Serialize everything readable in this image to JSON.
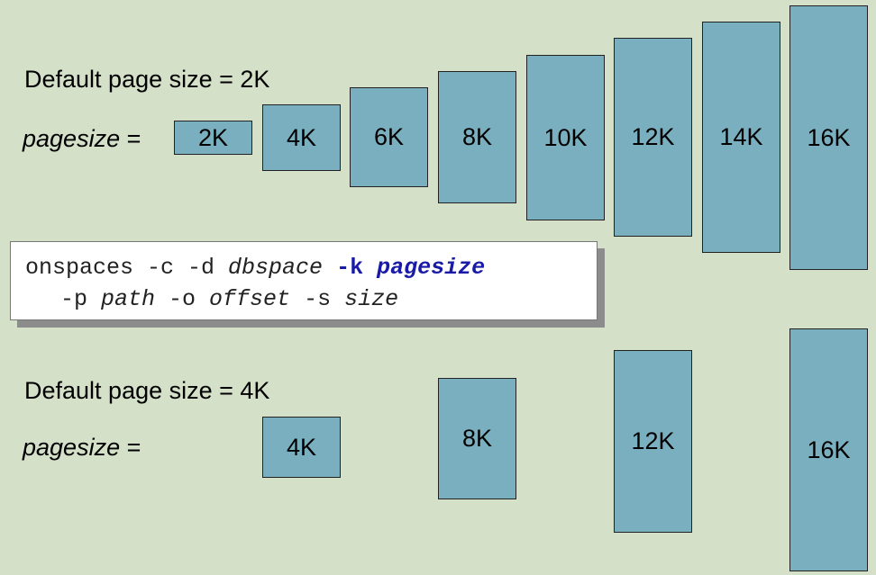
{
  "top": {
    "heading": "Default page size = 2K",
    "pagesize_label": "pagesize",
    "equals": " =",
    "sizes": [
      "2K",
      "4K",
      "6K",
      "8K",
      "10K",
      "12K",
      "14K",
      "16K"
    ]
  },
  "command": {
    "line1": {
      "cmd": "onspaces -c -d ",
      "dbspace": "dbspace",
      "space": " ",
      "flag_k": "-k",
      "space2": " ",
      "pagesize": "pagesize"
    },
    "line2": {
      "p": "-p ",
      "path": "path",
      "o": " -o ",
      "offset": "offset",
      "s": " -s ",
      "size": "size"
    }
  },
  "bottom": {
    "heading": "Default page size = 4K",
    "pagesize_label": "pagesize",
    "equals": " =",
    "sizes": [
      "4K",
      "8K",
      "12K",
      "16K"
    ]
  },
  "colors": {
    "background": "#d4e0c8",
    "box_fill": "#7aafc0",
    "highlight": "#1a1aa8"
  }
}
